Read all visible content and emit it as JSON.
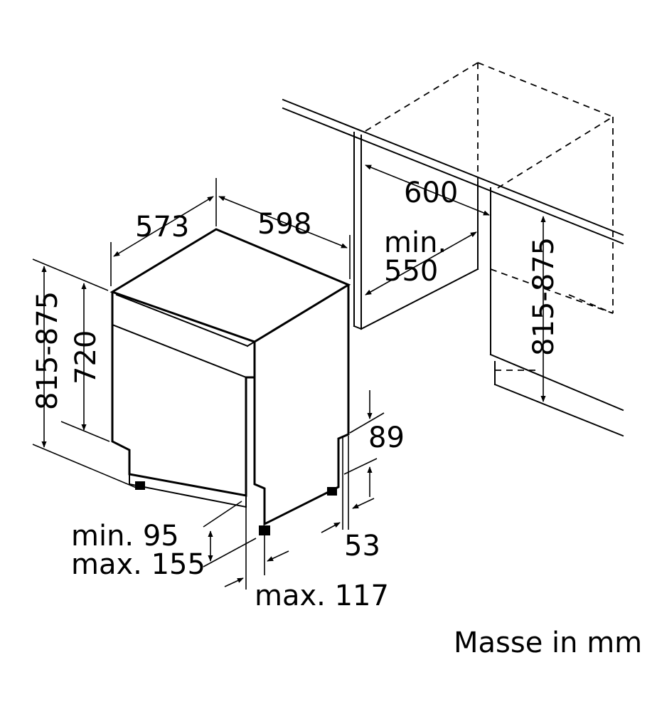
{
  "dimensions": {
    "depth": "573",
    "width": "598",
    "niche_width": "600",
    "niche_depth_prefix": "min.",
    "niche_depth": "550",
    "height_range_left": "815-875",
    "body_height": "720",
    "height_range_right": "815-875",
    "plinth_height": "89",
    "plinth_recess": "53",
    "foot_min": "min. 95",
    "foot_max": "max. 155",
    "foot_offset": "max. 117"
  },
  "footer": {
    "unit_note": "Masse in mm"
  }
}
